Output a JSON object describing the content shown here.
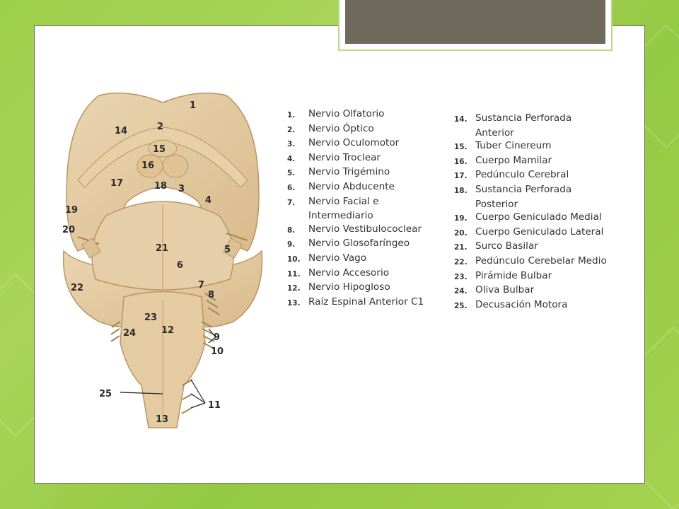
{
  "title": "",
  "figure_labels": [
    "1",
    "2",
    "3",
    "4",
    "5",
    "6",
    "7",
    "8",
    "9",
    "10",
    "11",
    "12",
    "13",
    "14",
    "15",
    "16",
    "17",
    "18",
    "19",
    "20",
    "21",
    "22",
    "23",
    "24",
    "25"
  ],
  "legend_left": [
    {
      "num": "1.",
      "text": "Nervio Olfatorio"
    },
    {
      "num": "2.",
      "text": "Nervio Óptico"
    },
    {
      "num": "3.",
      "text": "Nervio Oculomotor"
    },
    {
      "num": "4.",
      "text": "Nervio Troclear"
    },
    {
      "num": "5.",
      "text": "Nervio Trigémino"
    },
    {
      "num": "6.",
      "text": "Nervio Abducente"
    },
    {
      "num": "7.",
      "text": "Nervio Facial e"
    },
    {
      "num": "",
      "text": "Intermediario"
    },
    {
      "num": "8.",
      "text": "Nervio Vestibulococlear"
    },
    {
      "num": "9.",
      "text": "Nervio Glosofaríngeo"
    },
    {
      "num": "10.",
      "text": "Nervio Vago"
    },
    {
      "num": "11.",
      "text": "Nervio Accesorio"
    },
    {
      "num": "12.",
      "text": "Nervio Hipogloso"
    },
    {
      "num": "13.",
      "text": "Raíz Espinal Anterior C1"
    }
  ],
  "legend_right": [
    {
      "num": "14.",
      "text": "Sustancia Perforada"
    },
    {
      "num": "",
      "text": "Anterior"
    },
    {
      "num": "15.",
      "text": "Tuber Cinereum"
    },
    {
      "num": "16.",
      "text": "Cuerpo Mamilar"
    },
    {
      "num": "17.",
      "text": "Pedúnculo Cerebral"
    },
    {
      "num": "18.",
      "text": "Sustancia Perforada"
    },
    {
      "num": "",
      "text": "Posterior"
    },
    {
      "num": "19.",
      "text": "Cuerpo Geniculado Medial"
    },
    {
      "num": "20.",
      "text": "Cuerpo Geniculado Lateral"
    },
    {
      "num": "21.",
      "text": "Surco Basilar"
    },
    {
      "num": "22.",
      "text": "Pedúnculo Cerebelar Medio"
    },
    {
      "num": "23.",
      "text": "Pirámide Bulbar"
    },
    {
      "num": "24.",
      "text": "Oliva Bulbar"
    },
    {
      "num": "25.",
      "text": "Decusación Motora"
    }
  ],
  "colors": {
    "background_green": "#9ccf4a",
    "title_bar": "#6f6a5c",
    "tissue": "#e2c9a0",
    "tissue_dark": "#c9a877"
  }
}
